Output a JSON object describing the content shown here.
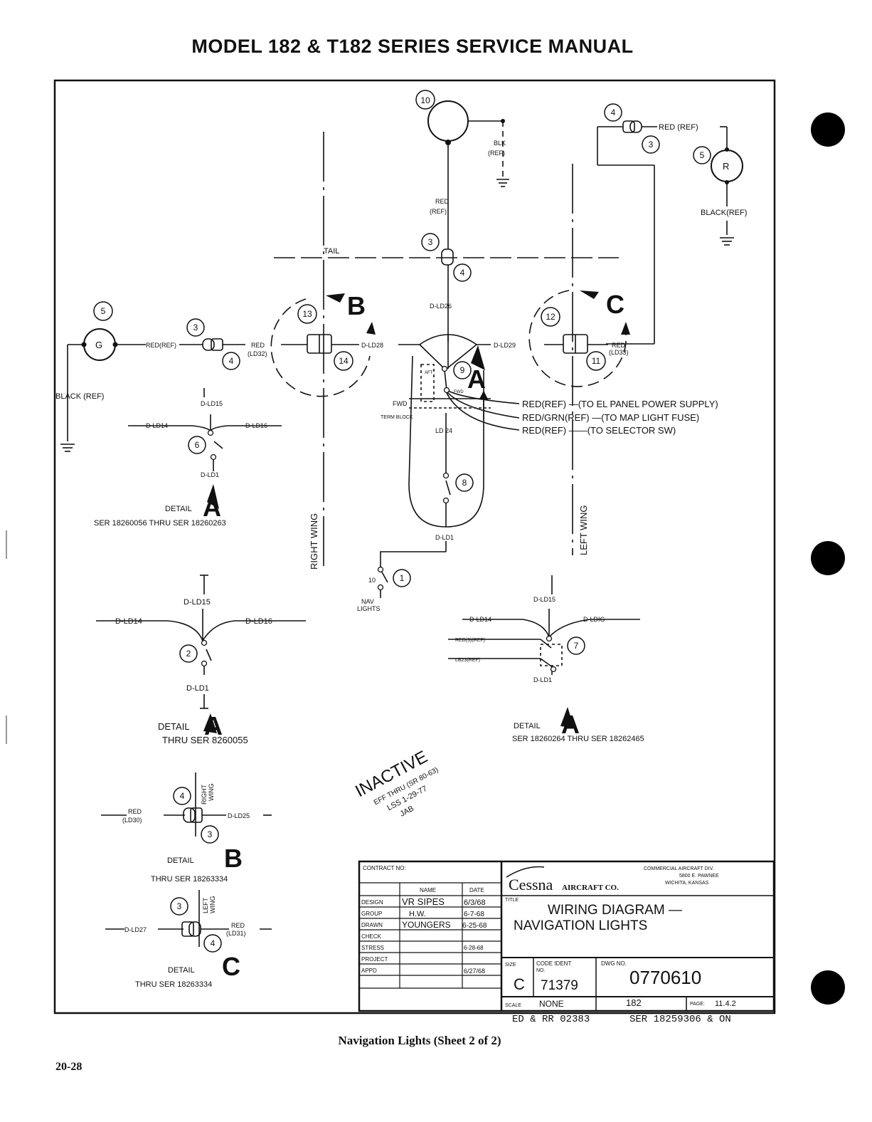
{
  "header": {
    "title": "MODEL 182 & T182 SERIES SERVICE MANUAL"
  },
  "caption": "Navigation Lights (Sheet 2 of 2)",
  "page_number": "20-28",
  "below_frame": {
    "left": "ED & RR 02383",
    "right": "SER 18259306 & ON"
  },
  "main": {
    "tail": "TAIL",
    "right_wing": "RIGHT WING",
    "left_wing": "LEFT WING",
    "blk_ref": [
      "BLK",
      "(REF)"
    ],
    "red_ref": [
      "RED",
      "(REF)"
    ],
    "red_ref_inline": "RED (REF)",
    "black_ref_right": "BLACK(REF)",
    "black_ref_left": "BLACK (REF)",
    "red_ref_left": "RED(REF)",
    "red_ld32": [
      "RED",
      "(LD32)"
    ],
    "red_ld33": [
      "RED",
      "(LD33)"
    ],
    "d_ld26": "D-LD26",
    "d_ld28": "D-LD28",
    "d_ld29": "D-LD29",
    "d_ld1": "D-LD1",
    "ld24": "LD 24",
    "fwd": "FWD",
    "term_block": "TERM BLOCK",
    "aft": "AFT",
    "fwd_small": "FWD",
    "light_r": "R",
    "light_g": "G",
    "letter_b": "B",
    "letter_c": "C",
    "letter_a": "A",
    "wire_ten": "10",
    "nav_lights": [
      "NAV",
      "LIGHTS"
    ],
    "wires": [
      "RED(REF) —(TO EL PANEL POWER SUPPLY)",
      "RED/GRN(REF) —(TO MAP LIGHT FUSE)",
      "RED(REF) ——(TO SELECTOR SW)"
    ]
  },
  "details": {
    "a1": {
      "d_ld15": "D-LD15",
      "d_ld14": "D-LD14",
      "d_ld16": "D-LD16",
      "d_ld1": "D-LD1",
      "label": "DETAIL",
      "letter": "A",
      "ser": "SER 18260056 THRU SER 18260263"
    },
    "a2": {
      "d_ld15": "D-LD15",
      "d_ld14": "D-LD14",
      "d_ld16": "D-LD16",
      "d_ld1": "D-LD1",
      "label": "DETAIL",
      "letter": "A",
      "ser": "THRU SER 8260055"
    },
    "a3": {
      "d_ld15": "D-LD15",
      "d_ld14": "D-LD14",
      "d_ld16": "D-LDIG",
      "d_ld1": "D-LD1",
      "red3": "RED(3)(REF)",
      "lb23": "LB23(REF)",
      "label": "DETAIL",
      "letter": "A",
      "ser": "SER 18260264 THRU SER 18262465"
    },
    "b": {
      "red": [
        "RED",
        "(LD30)"
      ],
      "d_ld25": "D-LD25",
      "wing": [
        "RIGHT",
        "WING"
      ],
      "label": "DETAIL",
      "letter": "B",
      "ser": "THRU SER 18263334"
    },
    "c": {
      "d_ld27": "D-LD27",
      "red": [
        "RED",
        "(LD31)"
      ],
      "wing": [
        "LEFT",
        "WING"
      ],
      "label": "DETAIL",
      "letter": "C",
      "ser": "THRU SER 18263334"
    }
  },
  "stamp": [
    "INACTIVE",
    "EFF THRU (SR 80-63)",
    "LSS 1-29-77",
    "JAB"
  ],
  "title_block": {
    "contract_no": "CONTRACT NO:",
    "col_name": "NAME",
    "col_date": "DATE",
    "rows": [
      {
        "role": "DESIGN",
        "name": "VR SIPES",
        "date": "6/3/68"
      },
      {
        "role": "GROUP",
        "name": "H.W.",
        "date": "6-7-68"
      },
      {
        "role": "DRAWN",
        "name": "YOUNGERS",
        "date": "6-25-68"
      },
      {
        "role": "CHECK",
        "name": "",
        "date": ""
      },
      {
        "role": "STRESS",
        "name": "",
        "date": "6-28-68"
      },
      {
        "role": "PROJECT",
        "name": "",
        "date": ""
      },
      {
        "role": "APPD",
        "name": "",
        "date": "6/27/68"
      }
    ],
    "company": "Cessna",
    "company_suffix": "AIRCRAFT CO.",
    "division": [
      "COMMERCIAL AIRCRAFT DIV.",
      "5800 E. PAWNEE",
      "WICHITA, KANSAS"
    ],
    "title_label": "TITLE",
    "title": [
      "WIRING DIAGRAM —",
      "NAVIGATION LIGHTS"
    ],
    "size_label": "SIZE",
    "size": "C",
    "code_label": [
      "CODE IDENT",
      "NO."
    ],
    "code": "71379",
    "dwg_label": "DWG NO.",
    "dwg": "0770610",
    "scale_label": "SCALE",
    "scale": "NONE",
    "model": "182",
    "page_label": "PAGE:",
    "page": "11.4.2"
  }
}
